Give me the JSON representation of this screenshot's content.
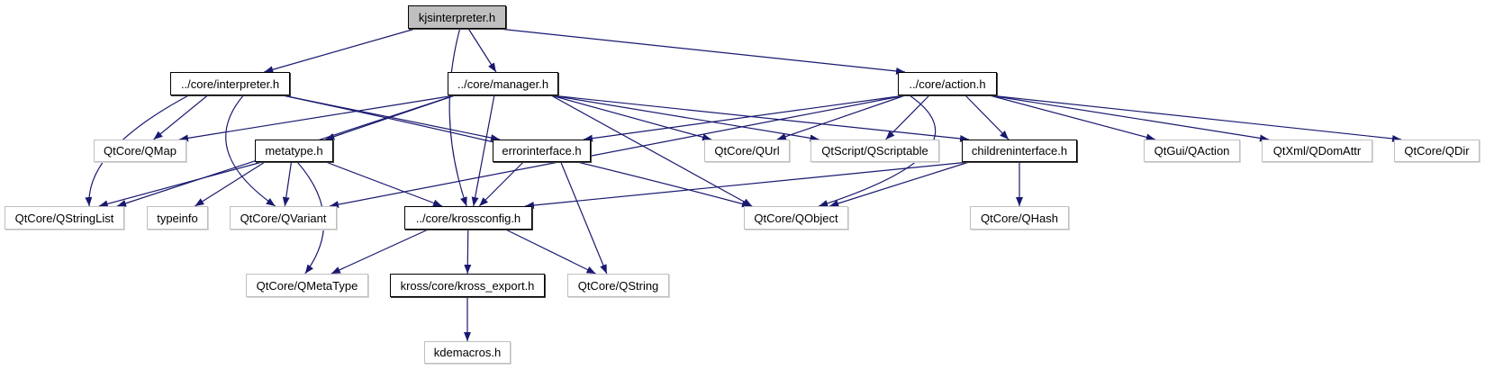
{
  "graph": {
    "edge_color": "#191970",
    "root_fill": "#bfbfbf",
    "external_border": "#bfbfbf",
    "nodes": [
      {
        "id": "kjs",
        "label": "kjsinterpreter.h",
        "kind": "root"
      },
      {
        "id": "interp",
        "label": "../core/interpreter.h",
        "kind": "documented"
      },
      {
        "id": "manager",
        "label": "../core/manager.h",
        "kind": "documented"
      },
      {
        "id": "action",
        "label": "../core/action.h",
        "kind": "documented"
      },
      {
        "id": "qmap",
        "label": "QtCore/QMap",
        "kind": "external"
      },
      {
        "id": "metatype",
        "label": "metatype.h",
        "kind": "documented"
      },
      {
        "id": "errorif",
        "label": "errorinterface.h",
        "kind": "documented"
      },
      {
        "id": "qurl",
        "label": "QtCore/QUrl",
        "kind": "external"
      },
      {
        "id": "qscriptable",
        "label": "QtScript/QScriptable",
        "kind": "external"
      },
      {
        "id": "children",
        "label": "childreninterface.h",
        "kind": "documented"
      },
      {
        "id": "qaction",
        "label": "QtGui/QAction",
        "kind": "external"
      },
      {
        "id": "qdomattr",
        "label": "QtXml/QDomAttr",
        "kind": "external"
      },
      {
        "id": "qdir",
        "label": "QtCore/QDir",
        "kind": "external"
      },
      {
        "id": "qstringlist",
        "label": "QtCore/QStringList",
        "kind": "external"
      },
      {
        "id": "typeinfo",
        "label": "typeinfo",
        "kind": "external"
      },
      {
        "id": "qvariant",
        "label": "QtCore/QVariant",
        "kind": "external"
      },
      {
        "id": "krossconfig",
        "label": "../core/krossconfig.h",
        "kind": "documented"
      },
      {
        "id": "qobject",
        "label": "QtCore/QObject",
        "kind": "external"
      },
      {
        "id": "qhash",
        "label": "QtCore/QHash",
        "kind": "external"
      },
      {
        "id": "qmetatype",
        "label": "QtCore/QMetaType",
        "kind": "external"
      },
      {
        "id": "krossexport",
        "label": "kross/core/kross_export.h",
        "kind": "documented"
      },
      {
        "id": "qstring",
        "label": "QtCore/QString",
        "kind": "external"
      },
      {
        "id": "kdemacros",
        "label": "kdemacros.h",
        "kind": "external"
      }
    ],
    "edges": [
      [
        "kjs",
        "interp"
      ],
      [
        "kjs",
        "manager"
      ],
      [
        "kjs",
        "krossconfig"
      ],
      [
        "kjs",
        "action"
      ],
      [
        "interp",
        "qmap"
      ],
      [
        "interp",
        "qstringlist"
      ],
      [
        "interp",
        "qvariant"
      ],
      [
        "interp",
        "errorif"
      ],
      [
        "interp",
        "qobject"
      ],
      [
        "manager",
        "qmap"
      ],
      [
        "manager",
        "qstringlist"
      ],
      [
        "manager",
        "metatype"
      ],
      [
        "manager",
        "krossconfig"
      ],
      [
        "manager",
        "qurl"
      ],
      [
        "manager",
        "qscriptable"
      ],
      [
        "manager",
        "qobject"
      ],
      [
        "manager",
        "children"
      ],
      [
        "action",
        "qvariant"
      ],
      [
        "action",
        "errorif"
      ],
      [
        "action",
        "qurl"
      ],
      [
        "action",
        "qscriptable"
      ],
      [
        "action",
        "children"
      ],
      [
        "action",
        "qobject"
      ],
      [
        "action",
        "qaction"
      ],
      [
        "action",
        "qdomattr"
      ],
      [
        "action",
        "qdir"
      ],
      [
        "metatype",
        "qstringlist"
      ],
      [
        "metatype",
        "typeinfo"
      ],
      [
        "metatype",
        "qvariant"
      ],
      [
        "metatype",
        "qmetatype"
      ],
      [
        "metatype",
        "krossconfig"
      ],
      [
        "errorif",
        "krossconfig"
      ],
      [
        "errorif",
        "qstring"
      ],
      [
        "children",
        "krossconfig"
      ],
      [
        "children",
        "qobject"
      ],
      [
        "children",
        "qhash"
      ],
      [
        "krossconfig",
        "qmetatype"
      ],
      [
        "krossconfig",
        "krossexport"
      ],
      [
        "krossconfig",
        "qstring"
      ],
      [
        "krossexport",
        "kdemacros"
      ]
    ]
  }
}
